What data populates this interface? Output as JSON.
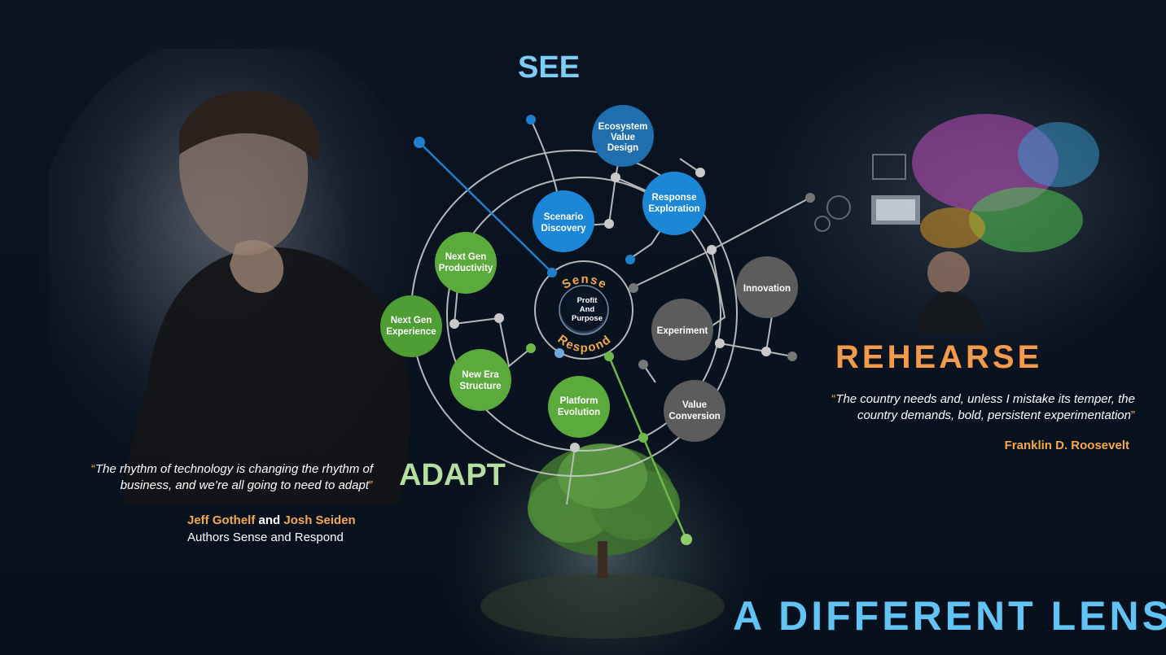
{
  "headings": {
    "see": "SEE",
    "adapt": "ADAPT",
    "rehearse": "REHEARSE",
    "tagline": "A DIFFERENT LENS"
  },
  "center": {
    "line1": "Profit",
    "line2": "And",
    "line3": "Purpose",
    "arc_top": "Sense",
    "arc_bottom": "Respond"
  },
  "nodes": {
    "ecosystem": [
      "Ecosystem",
      "Value",
      "Design"
    ],
    "response": [
      "Response",
      "Exploration"
    ],
    "scenario": [
      "Scenario",
      "Discovery"
    ],
    "productivity": [
      "Next Gen",
      "Productivity"
    ],
    "experience": [
      "Next Gen",
      "Experience"
    ],
    "structure": [
      "New Era",
      "Structure"
    ],
    "platform": [
      "Platform",
      "Evolution"
    ],
    "innovation": [
      "Innovation"
    ],
    "experiment": [
      "Experiment"
    ],
    "conversion": [
      "Value",
      "Conversion"
    ]
  },
  "quote_left": {
    "open": "“",
    "close": "”",
    "text": "The rhythm of technology is changing the rhythm of business, and we’re all going to need to adapt",
    "author1": "Jeff Gothelf",
    "joiner": " and ",
    "author2": "Josh Seiden",
    "role": "Authors Sense and Respond"
  },
  "quote_right": {
    "open": "“",
    "close": "”",
    "text": "The country needs and, unless I mistake its temper, the country demands, bold, persistent experimentation",
    "author": "Franklin D. Roosevelt"
  },
  "colors": {
    "blue": "#1f7fcc",
    "green": "#5aa83c",
    "gray": "#5f5f5f",
    "orange": "#f3a94c",
    "see": "#7ccdf8",
    "adapt": "#b5dfa1",
    "rehearse": "#f39a4c",
    "tagline": "#62c3f5"
  }
}
